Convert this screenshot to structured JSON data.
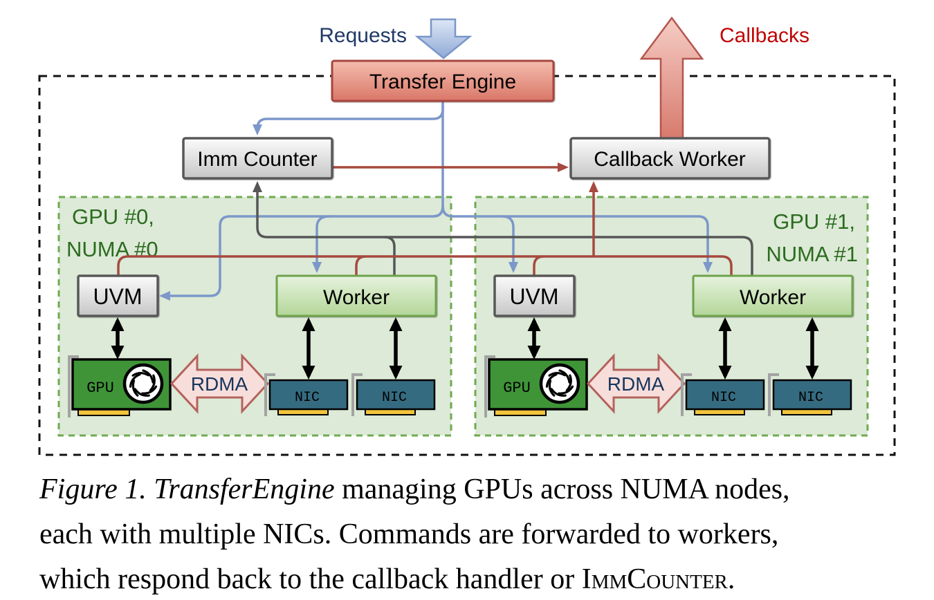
{
  "figure": {
    "requests_label": "Requests",
    "callbacks_label": "Callbacks",
    "transfer_engine_label": "Transfer Engine",
    "imm_counter_label": "Imm Counter",
    "callback_worker_label": "Callback Worker",
    "node0": {
      "title_line1": "GPU #0,",
      "title_line2": "NUMA #0",
      "uvm_label": "UVM",
      "worker_label": "Worker",
      "gpu_label": "GPU",
      "rdma_label": "RDMA",
      "nic1_label": "NIC",
      "nic2_label": "NIC"
    },
    "node1": {
      "title_line1": "GPU #1,",
      "title_line2": "NUMA #1",
      "uvm_label": "UVM",
      "worker_label": "Worker",
      "gpu_label": "GPU",
      "rdma_label": "RDMA",
      "nic1_label": "NIC",
      "nic2_label": "NIC"
    },
    "colors": {
      "requests_text": "#203864",
      "callbacks_text": "#c00000",
      "blue_link": "#7c97c9",
      "gray_link": "#565656",
      "red_link": "#a6493f",
      "panel_fill": "#dcead7",
      "panel_border": "#6faa50",
      "panel_text": "#2c6b1f",
      "engine_border": "#a6453e",
      "gpu_card_green": "#3f9438",
      "nic_card_teal": "#356b80",
      "connector_gold": "#f2c43d",
      "rdma_fill": "#f8dedb",
      "rdma_border": "#b4625c"
    }
  },
  "caption": {
    "line1_italic": "Figure 1. TransferEngine",
    "line1_rest": " managing GPUs across NUMA nodes,",
    "line2": "each with multiple NICs. Commands are forwarded to workers,",
    "line3_start": "which respond back to the callback handler or ",
    "line3_smallcaps": "ImmCounter",
    "line3_end": "."
  }
}
